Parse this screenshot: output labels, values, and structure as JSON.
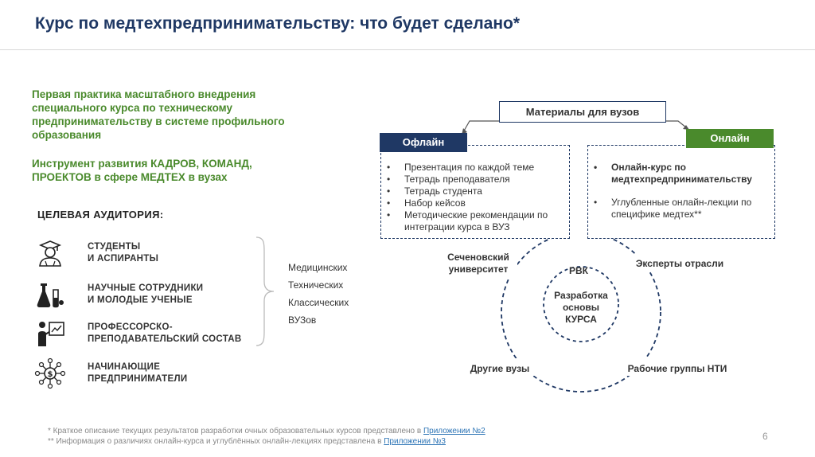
{
  "slide": {
    "title": "Курс по медтехпредпринимательству: что будет сделано*",
    "page_number": "6"
  },
  "intro": {
    "line1": "Первая практика масштабного внедрения специального курса по техническому предпринимательству в системе профильного образования",
    "line2": "Инструмент развития КАДРОВ, КОМАНД, ПРОЕКТОВ в сфере МЕДТЕХ в вузах"
  },
  "audience": {
    "title": "ЦЕЛЕВАЯ АУДИТОРИЯ:",
    "items": [
      {
        "label": "СТУДЕНТЫ\nИ АСПИРАНТЫ",
        "icon": "student-icon"
      },
      {
        "label": "НАУЧНЫЕ СОТРУДНИКИ\nИ МОЛОДЫЕ УЧЕНЫЕ",
        "icon": "lab-flask-icon"
      },
      {
        "label": "ПРОФЕССОРСКО-\nПРЕПОДАВАТЕЛЬСКИЙ СОСТАВ",
        "icon": "teacher-board-icon"
      },
      {
        "label": "НАЧИНАЮЩИЕ\nПРЕДПРИНИМАТЕЛИ",
        "icon": "money-network-icon"
      }
    ],
    "universities": [
      "Медицинских",
      "Технических",
      "Классических",
      "ВУЗов"
    ]
  },
  "materials": {
    "header": "Материалы для вузов",
    "offline": {
      "tab": "Офлайн",
      "items": [
        "Презентация по каждой теме",
        "Тетрадь преподавателя",
        "Тетрадь студента",
        "Набор кейсов",
        "Методические рекомендации по интеграции курса в ВУЗ"
      ]
    },
    "online": {
      "tab": "Онлайн",
      "items": [
        "Онлайн-курс по медтехпредпринимательству",
        "Углубленные онлайн-лекции по специфике медтех**"
      ]
    }
  },
  "cycle": {
    "center": "Разработка\nосновы\nКУРСА",
    "rvk": "РВК",
    "sechenov": "Сеченовский\nуниверситет",
    "experts": "Эксперты отрасли",
    "other_unis": "Другие вузы",
    "nti_groups": "Рабочие группы НТИ"
  },
  "footnotes": {
    "note1_text": "* Краткое описание текущих результатов разработки очных образовательных курсов представлено в ",
    "note1_link": "Приложении №2",
    "note2_text": "** Информация о различиях онлайн-курса и углублённых онлайн-лекциях представлена в ",
    "note2_link": "Приложении №3"
  },
  "colors": {
    "navy": "#1f3864",
    "green": "#4a8a2c",
    "link": "#2e75b6"
  }
}
